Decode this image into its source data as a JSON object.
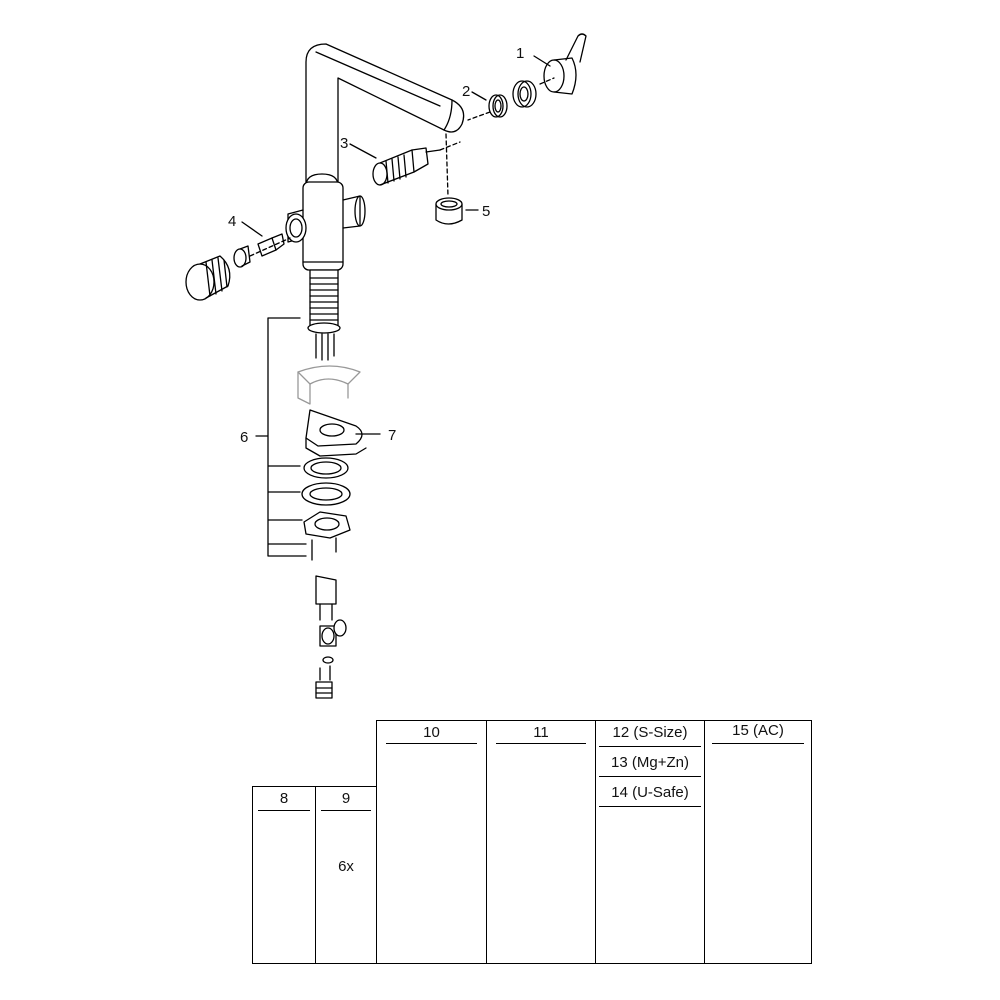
{
  "callouts": {
    "c1": "1",
    "c2": "2",
    "c3": "3",
    "c4": "4",
    "c5": "5",
    "c6": "6",
    "c7": "7"
  },
  "accessories": {
    "a8": "8",
    "a9": "9",
    "a9_qty": "6x",
    "a10": "10",
    "a11": "11",
    "a12": "12 (S-Size)",
    "a13": "13 (Mg+Zn)",
    "a14": "14 (U-Safe)",
    "a15": "15 (AC)"
  },
  "colors": {
    "line": "#000000",
    "faint": "#9a9a9a",
    "background": "#ffffff"
  }
}
